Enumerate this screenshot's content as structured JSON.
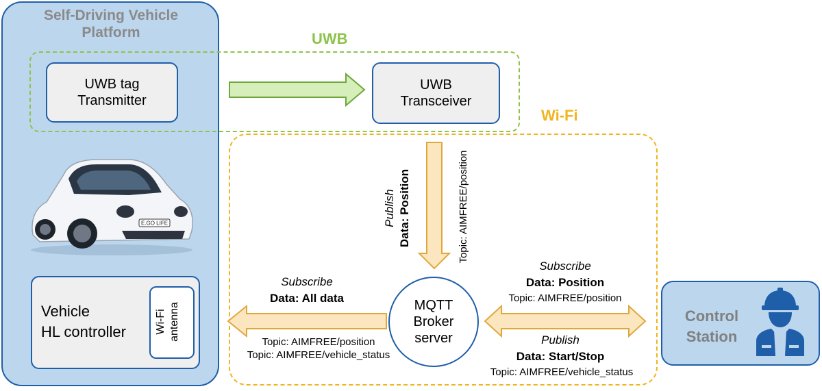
{
  "platform": {
    "title": "Self-Driving Vehicle Platform"
  },
  "uwb": {
    "zone_label": "UWB",
    "tag_line1": "UWB tag",
    "tag_line2": "Transmitter",
    "transceiver_line1": "UWB",
    "transceiver_line2": "Transceiver"
  },
  "wifi": {
    "zone_label": "Wi-Fi"
  },
  "controller": {
    "line1": "Vehicle",
    "line2": "HL controller",
    "antenna_line1": "Wi-Fi",
    "antenna_line2": "antenna"
  },
  "car_plate": "E.GO LIFE",
  "broker": {
    "line1": "MQTT",
    "line2": "Broker",
    "line3": "server"
  },
  "publish_position": {
    "action": "Publish",
    "data": "Data: Position",
    "topic": "Topic: AIMFREE/position"
  },
  "subscribe_all": {
    "action": "Subscribe",
    "data": "Data: All data",
    "topic1": "Topic: AIMFREE/position",
    "topic2": "Topic: AIMFREE/vehicle_status"
  },
  "subscribe_position": {
    "action": "Subscribe",
    "data": "Data: Position",
    "topic": "Topic: AIMFREE/position"
  },
  "publish_startstop": {
    "action": "Publish",
    "data": "Data: Start/Stop",
    "topic": "Topic: AIMFREE/vehicle_status"
  },
  "control_station": {
    "line1": "Control",
    "line2": "Station"
  },
  "colors": {
    "blue_border": "#1f5ea8",
    "light_blue": "#bcd6ee",
    "green": "#8dc34a",
    "yellow": "#f2b41e",
    "arrow_fill": "#fce6bf",
    "arrow_stroke": "#e0a83a"
  },
  "icons": {
    "worker": "worker-icon",
    "car": "car-image"
  }
}
